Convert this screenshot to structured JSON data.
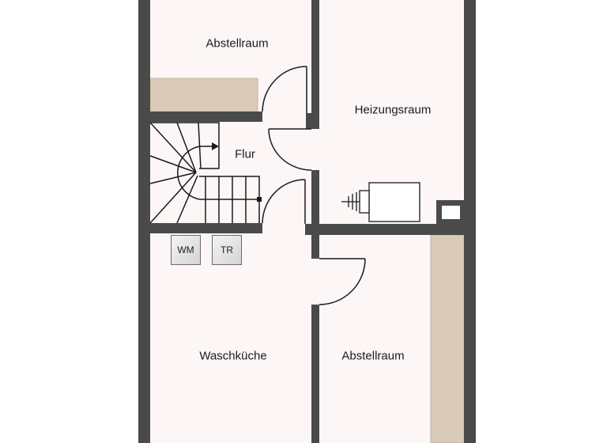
{
  "floorplan": {
    "colors": {
      "wall": "#4a4a4a",
      "floor": "#fdf6f6",
      "cabinet": "#d9cbb8",
      "line": "#1a1a1a"
    },
    "rooms": [
      {
        "id": "abstellraum-top",
        "label": "Abstellraum"
      },
      {
        "id": "heizungsraum",
        "label": "Heizungsraum"
      },
      {
        "id": "flur",
        "label": "Flur"
      },
      {
        "id": "waschkueche",
        "label": "Waschküche"
      },
      {
        "id": "abstellraum-bottom",
        "label": "Abstellraum"
      }
    ],
    "appliances": [
      {
        "id": "washing-machine",
        "label": "WM"
      },
      {
        "id": "dryer",
        "label": "TR"
      }
    ]
  }
}
